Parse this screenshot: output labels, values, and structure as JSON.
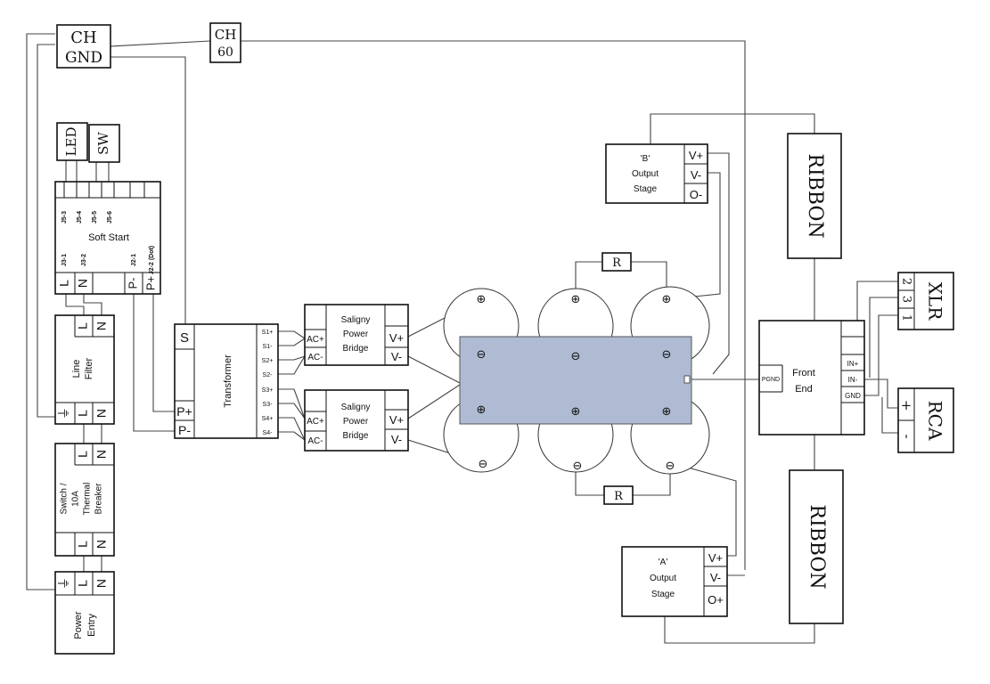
{
  "handwritten": {
    "ch_gnd_top": "CH",
    "ch_gnd_bottom": "GND",
    "ch60_top": "CH",
    "ch60_bottom": "60",
    "led": "LED",
    "sw": "SW",
    "ribbon_upper": "RIBBON",
    "ribbon_lower": "RIBBON",
    "xlr": "XLR",
    "rca": "RCA",
    "resistor_top": "R",
    "resistor_bottom": "R",
    "xlr_pins": [
      "2",
      "3",
      "1"
    ],
    "rca_pins": [
      "+",
      "-"
    ]
  },
  "soft_start": {
    "title": "Soft Start",
    "top_pins": [
      "J5-3",
      "J5-4",
      "J5-5",
      "J5-6"
    ],
    "mid_labels": [
      "J3-1",
      "J3-2",
      "J2-1",
      "J2-2 (Dot)"
    ],
    "bottom_terms": [
      "L",
      "N",
      "P-",
      "P+"
    ]
  },
  "line_filter": {
    "title_line1": "Line",
    "title_line2": "Filter",
    "top_terms": [
      "L",
      "N"
    ],
    "bottom_terms": [
      "⏚",
      "L",
      "N"
    ]
  },
  "switch_breaker": {
    "line1": "Switch /",
    "line2": "10A",
    "line3": "Thermal",
    "line4": "Breaker",
    "top_terms": [
      "L",
      "N"
    ],
    "bottom_terms": [
      "L",
      "N"
    ]
  },
  "power_entry": {
    "line1": "Power",
    "line2": "Entry",
    "top_terms": [
      "⏚",
      "L",
      "N"
    ]
  },
  "transformer": {
    "title": "Transformer",
    "left_terms": [
      "S",
      "P+",
      "P-"
    ],
    "secondary_terms": [
      "S1+",
      "S1-",
      "S2+",
      "S2-",
      "S3+",
      "S3-",
      "S4+",
      "S4-"
    ]
  },
  "bridges": [
    {
      "line1": "Saligny",
      "line2": "Power",
      "line3": "Bridge",
      "ac_terms": [
        "AC+",
        "AC-"
      ],
      "dc_terms": [
        "V+",
        "V-"
      ]
    },
    {
      "line1": "Saligny",
      "line2": "Power",
      "line3": "Bridge",
      "ac_terms": [
        "AC+",
        "AC-"
      ],
      "dc_terms": [
        "V+",
        "V-"
      ]
    }
  ],
  "capacitor_bank": {
    "top_row_symbols": [
      "⊕",
      "⊕",
      "⊕"
    ],
    "top_row_bottom_symbols": [
      "⊖",
      "⊖",
      "⊖"
    ],
    "bottom_row_top_symbols": [
      "⊕",
      "⊕",
      "⊕"
    ],
    "bottom_row_bottom_symbols": [
      "⊖",
      "⊖",
      "⊖"
    ]
  },
  "output_stage_b": {
    "line1": "'B'",
    "line2": "Output",
    "line3": "Stage",
    "terms": [
      "V+",
      "V-",
      "O-"
    ]
  },
  "output_stage_a": {
    "line1": "'A'",
    "line2": "Output",
    "line3": "Stage",
    "terms": [
      "V+",
      "V-",
      "O+"
    ]
  },
  "front_end": {
    "line1": "Front",
    "line2": "End",
    "pgnd": "PGND",
    "right_terms": [
      "IN+",
      "IN-",
      "GND"
    ]
  }
}
